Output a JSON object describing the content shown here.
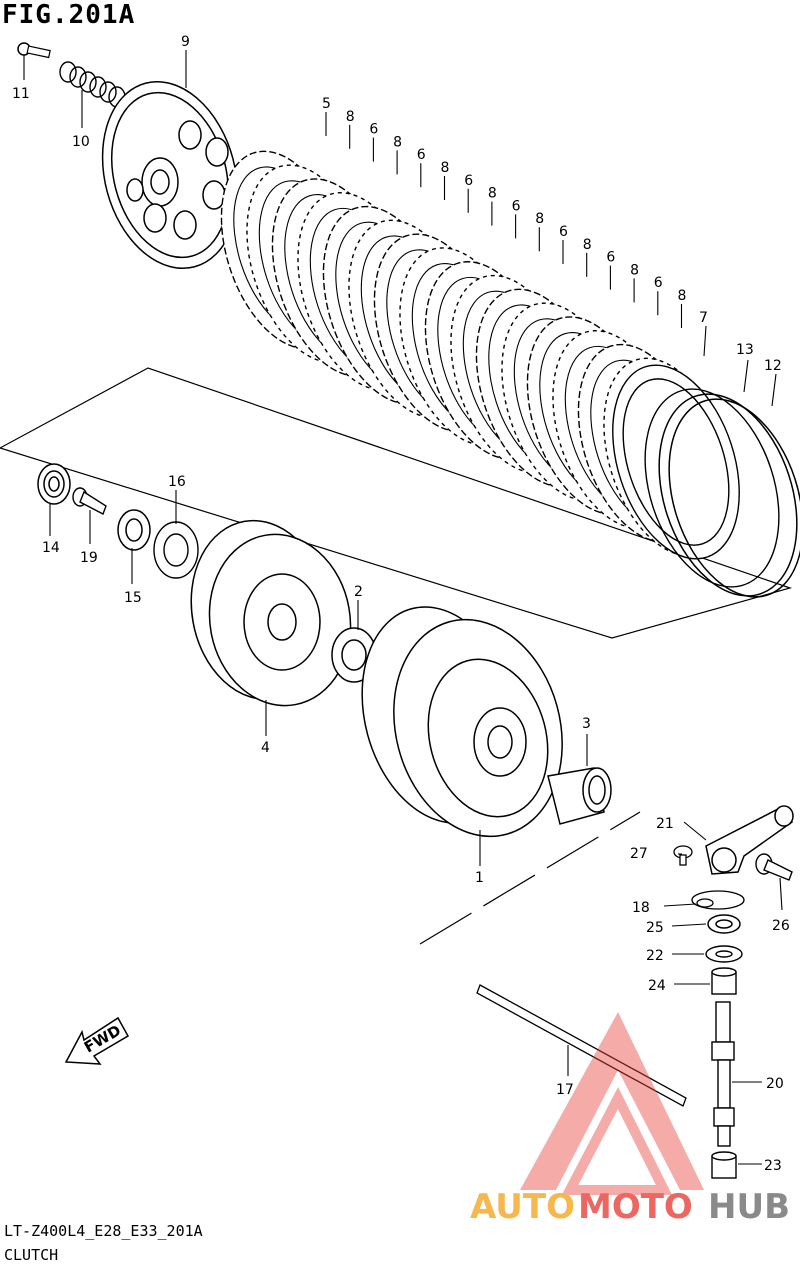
{
  "figure": {
    "title": "FIG.201A",
    "model_code": "LT-Z400L4_E28_E33_201A",
    "section": "CLUTCH",
    "fwd_label": "FWD"
  },
  "watermark": {
    "part1": "AUTO",
    "part2": "MOTO",
    "part3": "HUB"
  },
  "callouts": {
    "n1": "1",
    "n2": "2",
    "n3": "3",
    "n4": "4",
    "n7": "7",
    "n9": "9",
    "n10": "10",
    "n11": "11",
    "n12": "12",
    "n13": "13",
    "n14": "14",
    "n15": "15",
    "n16": "16",
    "n17": "17",
    "n18": "18",
    "n19": "19",
    "n20": "20",
    "n21": "21",
    "n22": "22",
    "n23": "23",
    "n24": "24",
    "n25": "25",
    "n26": "26",
    "n27": "27",
    "plate_stack": [
      "5",
      "8",
      "6",
      "8",
      "6",
      "8",
      "6",
      "8",
      "6",
      "8",
      "6",
      "8",
      "6",
      "8",
      "6",
      "8"
    ]
  },
  "colors": {
    "line": "#000000",
    "watermark_red": "#e8423a",
    "watermark_orange": "#f5a623",
    "watermark_gray": "#6d6d6d"
  }
}
